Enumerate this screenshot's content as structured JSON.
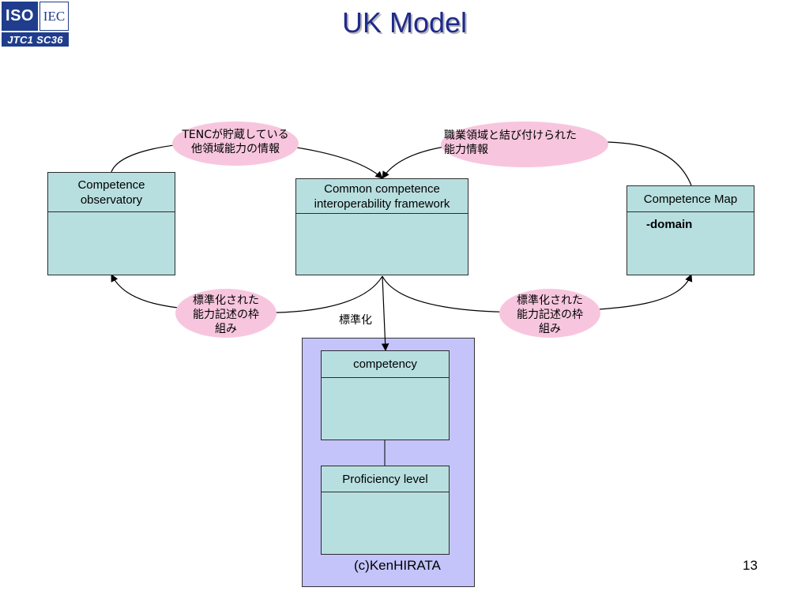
{
  "logo": {
    "iso": "ISO",
    "iec": "IEC",
    "jtc": "JTC1 SC36"
  },
  "title": "UK Model",
  "boxes": {
    "observatory": {
      "line1": "Competence",
      "line2": "observatory"
    },
    "framework": {
      "line1": "Common competence",
      "line2": "interoperability framework"
    },
    "map": {
      "title": "Competence Map",
      "attribute": "-domain"
    },
    "competency": {
      "title": "competency"
    },
    "proficiency": {
      "title": "Proficiency level"
    }
  },
  "labels": {
    "tenc": {
      "line1": "TENCが貯蔵している",
      "line2": "他領域能力の情報"
    },
    "occupation": {
      "line1": "職業領域と結び付けられた",
      "line2": "能力情報"
    },
    "std_left": {
      "line1": "標準化された",
      "line2": "能力記述の枠",
      "line3": "組み"
    },
    "std_right": {
      "line1": "標準化された",
      "line2": "能力記述の枠",
      "line3": "組み"
    },
    "standardize": "標準化"
  },
  "footer": {
    "copyright": "(c)KenHIRATA",
    "page_number": "13"
  },
  "colors": {
    "class_fill": "#b8dfe0",
    "bubble_fill": "#f7c6de",
    "container_fill": "#c4c4fb",
    "title_color": "#1f2a8c",
    "logo_blue": "#1f3d8c"
  }
}
